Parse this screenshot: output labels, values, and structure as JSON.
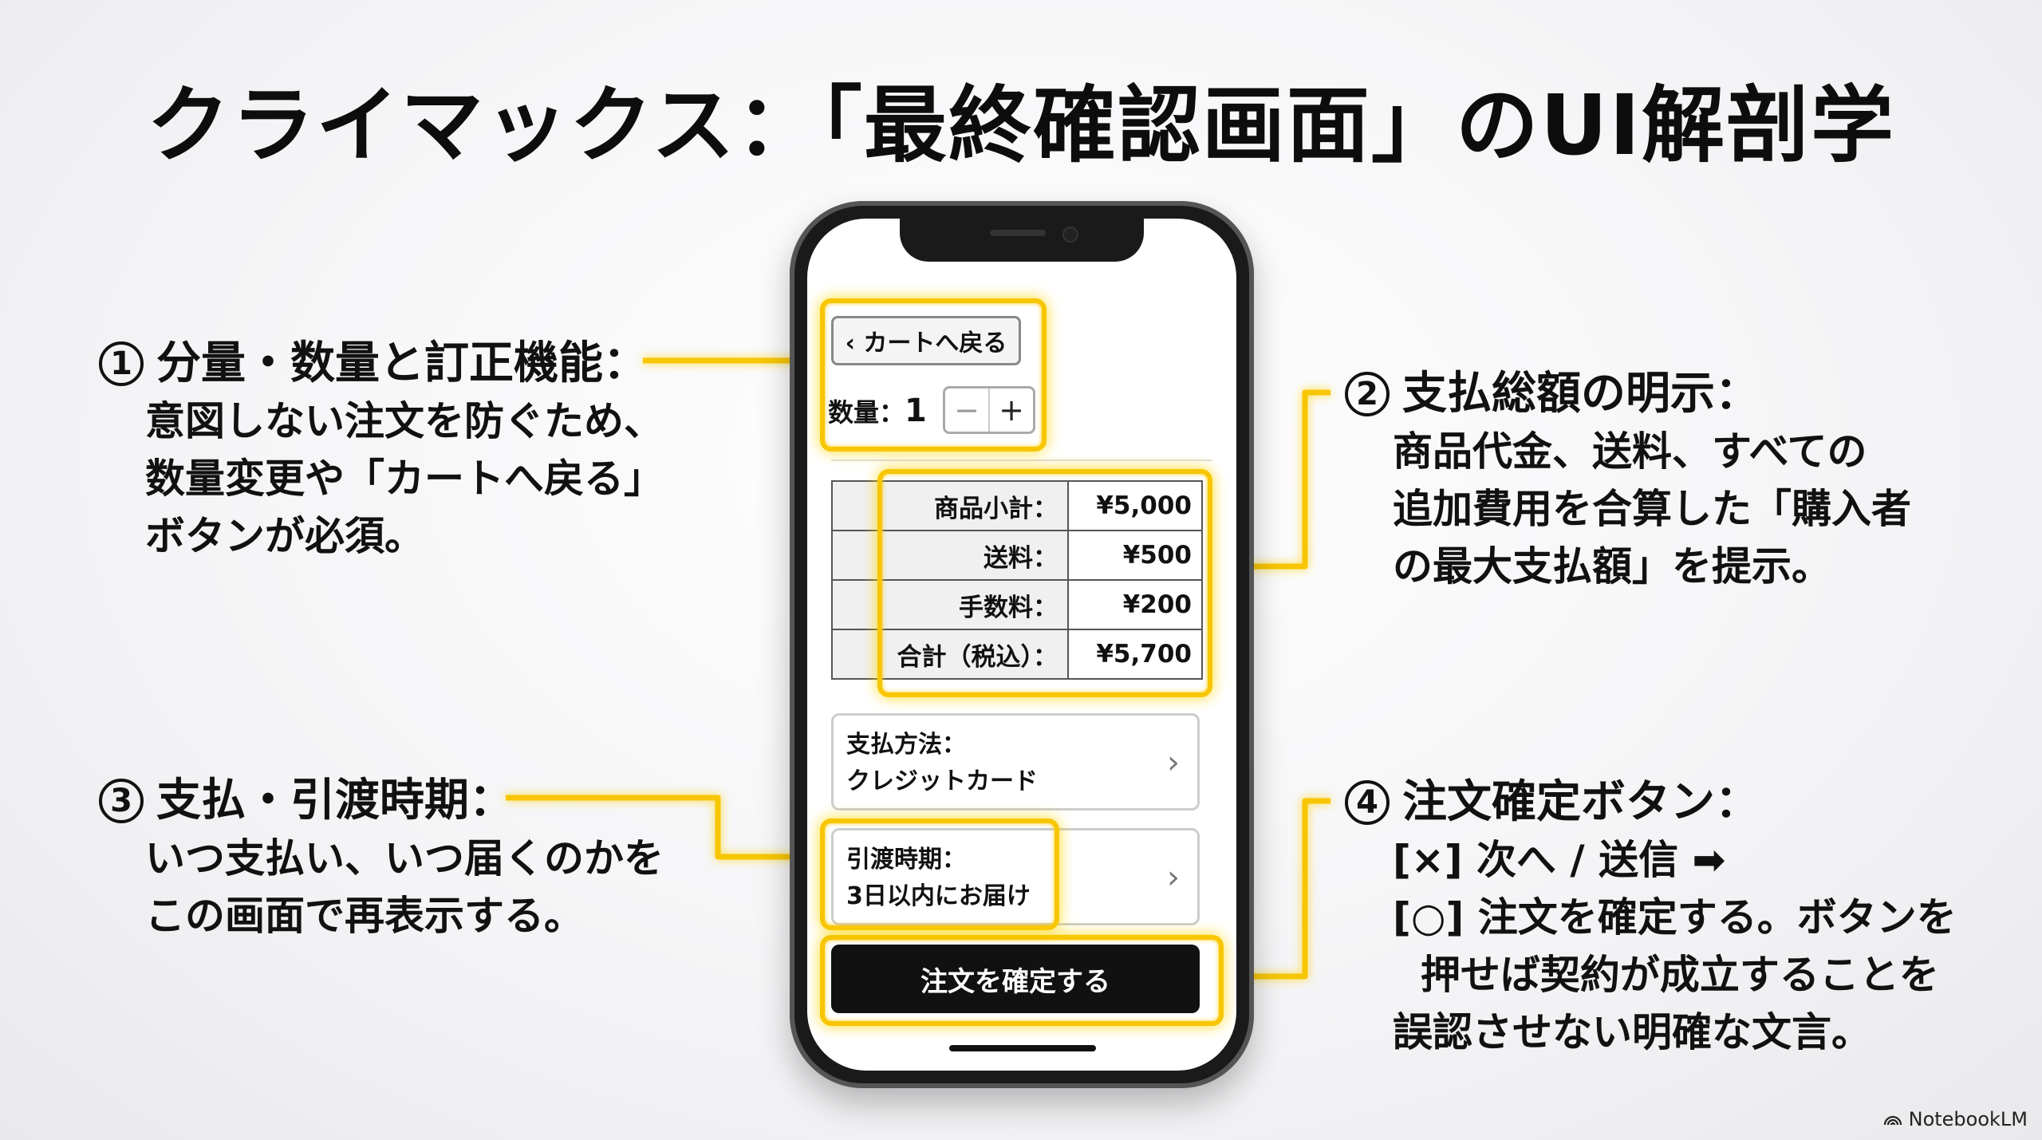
{
  "title": "クライマックス：「最終確認画面」のUI解剖学",
  "annotations": {
    "a1": {
      "number": "1",
      "heading": "分量・数量と訂正機能：",
      "body": "意図しない注文を防ぐため、\n数量変更や「カートへ戻る」\nボタンが必須。"
    },
    "a2": {
      "number": "2",
      "heading": "支払総額の明示：",
      "body": "商品代金、送料、すべての\n追加費用を合算した「購入者\nの最大支払額」を提示。"
    },
    "a3": {
      "number": "3",
      "heading": "支払・引渡時期：",
      "body": "いつ支払い、いつ届くのかを\nこの画面で再表示する。"
    },
    "a4": {
      "number": "4",
      "heading": "注文確定ボタン：",
      "body": "[×] 次へ / 送信 ➡\n[○] 注文を確定する。ボタンを\n  押せば契約が成立することを\n誤認させない明確な文言。"
    }
  },
  "phone": {
    "back_button": "‹ カートへ戻る",
    "quantity_label": "数量：",
    "quantity_value": "1",
    "minus": "−",
    "plus": "+",
    "summary": [
      {
        "label": "商品小計：",
        "value": "¥5,000"
      },
      {
        "label": "送料：",
        "value": "¥500"
      },
      {
        "label": "手数料：",
        "value": "¥200"
      },
      {
        "label": "合計（税込）：",
        "value": "¥5,700"
      }
    ],
    "payment": {
      "label": "支払方法：",
      "value": "クレジットカード"
    },
    "delivery": {
      "label": "引渡時期：",
      "value": "3日以内にお届け"
    },
    "chevron": "›",
    "confirm_button": "注文を確定する"
  },
  "brand": "NotebookLM",
  "colors": {
    "highlight": "#f7c600",
    "button_bg": "#111111"
  }
}
